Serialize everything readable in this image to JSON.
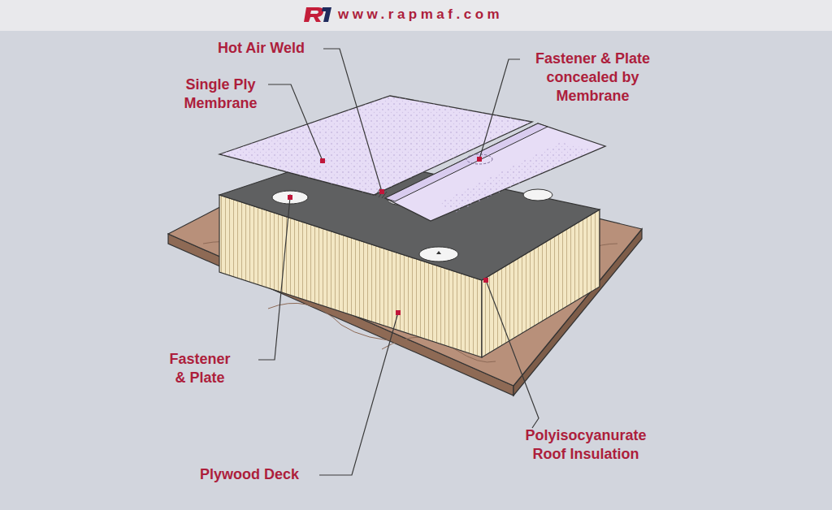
{
  "diagram": {
    "labels": [
      "www.rapmaf.com",
      "Hot Air Weld",
      "Single Ply Membrane",
      "Fastener & Plate concealed by Membrane",
      "Fastener & Plate",
      "Polyisocyanurate Roof Insulation",
      "Plywood Deck"
    ]
  }
}
